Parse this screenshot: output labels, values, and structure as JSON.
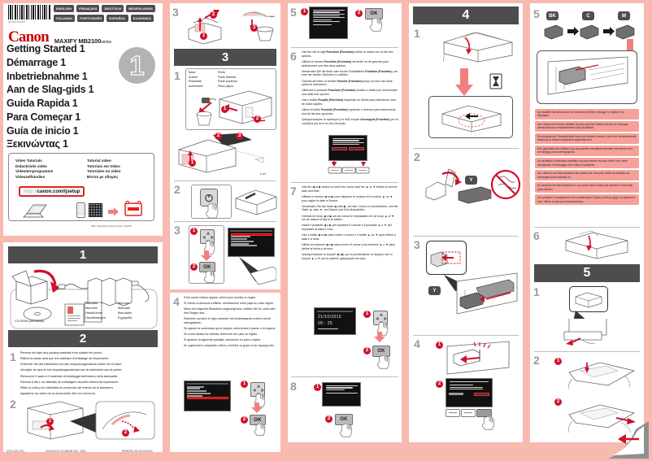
{
  "document": {
    "brand": "Canon",
    "model": "MAXIFY MB2100",
    "model_suffix": "series",
    "barcode_label": "QT61122V01",
    "rmc": "RMC (Regulatory Model Code): K10436"
  },
  "languages": {
    "row1": [
      "ENGLISH",
      "FRANÇAIS",
      "DEUTSCH",
      "NEDERLANDS"
    ],
    "row2": [
      "ITALIANO",
      "PORTUGUÊS",
      "ESPAÑOL",
      "ΕΛΛΗΝΙΚΆ"
    ]
  },
  "titles": [
    "Getting Started 1",
    "Démarrage 1",
    "Inbetriebnahme 1",
    "Aan de Slag-gids 1",
    "Guida Rapida 1",
    "Para Começar 1",
    "Guía de inicio 1",
    "Ξεκινώντας 1"
  ],
  "badge_number": "1",
  "video_box": {
    "col1": [
      "Video Tutorials",
      "Didacticiels vidéo",
      "Videolernprogramme",
      "Videozelfstudies"
    ],
    "col2": [
      "Tutorial video",
      "Tutoriais em Vídeo",
      "Tutoriales en video",
      "Βίντεο με οδηγίες"
    ],
    "url_prefix": "http://",
    "url_main": "canon.com/ijsetup"
  },
  "steps": {
    "step1": {
      "bar": "1",
      "cdrom_caption": "CD-ROM (Windows)",
      "manual_labels_left": [
        "Manuals",
        "Manuels",
        "Handbücher",
        "Handleidingen"
      ],
      "manual_labels_right": [
        "Manuali",
        "Manuais",
        "Manuales",
        "Εγχειρίδια"
      ]
    },
    "step2": {
      "bar": "2",
      "sub1": "1",
      "sub2": "2",
      "text": [
        "Remove the tape and packing materials from outside the printer.",
        "Retirez la bande ainsi que les matériaux d'emballage de l'imprimante.",
        "Entfernen Sie das Klebeband und das Verpackungsmaterial außen am Drucker.",
        "Verwijder de tape en het verpakkingsmateriaal van de buitenkant van de printer.",
        "Rimuovere il nastro e il materiale di imballaggio dall'esterno della stampante.",
        "Remova a fita e os materiais de embalagem da parte externa da impressora.",
        "Retire la cinta y los materiales de protección del exterior de la impresora.",
        "Αφαιρέστε την ταινία και τη συσκευασία από τον εκτυπωτή."
      ]
    },
    "step3": {
      "bar": "3",
      "sub1": "1",
      "sub2": "2",
      "sub3": "3",
      "sub4": "4",
      "back_labels_left": [
        "Back",
        "Arrière",
        "Rückseite",
        "Achterkant"
      ],
      "back_labels_right": [
        "Retro",
        "Parte traseira",
        "Parte posterior",
        "Πίσω μέρος"
      ],
      "distance": "5 cm",
      "step4_text": [
        "If the screen below appear, select your country or region.",
        "Si l'écran ci-dessous s'affiche, sélectionnez votre pays ou votre région.",
        "Wenn der folgende Bildschirm angezeigt wird, wählen Sie Ihr Land oder Ihre Region aus.",
        "Selecteer uw land of regio wanneer het onderstaande scherm wordt weergegeven.",
        "Se appare la schermata qui di seguito, selezionare il paese o la regione.",
        "Se a tela abaixo for exibida, selecione seu país ou região.",
        "Si aparece la siguiente pantalla, seleccione su país o región.",
        "Αν εμφανιστεί η παρακάτω οθόνη, επιλέξτε τη χώρα ή την περιοχή σας."
      ],
      "step6_text": [
        "Use the left or right <b>Function (Function)</b> button to select one of the two options.",
        "Utilisez le bouton <b>Fonction (Function)</b> de droite ou de gauche pour sélectionner une des deux options.",
        "Verwenden Sie die linke oder rechte Schaltfläche <b>Funktion (Function)</b>, um eine der beiden Optionen zu wählen.",
        "Gebruik de linker of rechter <b>Functie (Function)</b>-knop om een van twee opties te selecteren.",
        "Utilizzare il pulsante <b>Funzione (Function)</b> sinistro o destro per selezionare una delle due opzioni.",
        "Use o botão <b>Função (Function)</b> esquerdo ou direito para selecionar uma de duas opções.",
        "Utilice el botón <b>Función (Function)</b> izquierdo o derecho para seleccionar una de las dos opciones.",
        "Χρησιμοποιήστε το αριστερό ή το δεξί κουμπί <b>Λειτουργία (Function)</b> για να επιλέξετε μία από τις δύο επιλογές."
      ],
      "step7_text": [
        "Use the ◀ or ▶ button to move the cursor and the ▲ or ▼ button to set the date and time.",
        "Utilisez le bouton ◀ ou ▶ pour déplacer le curseur et le bouton ▲ ou ▼ pour régler la date et l'heure.",
        "Verwenden Sie die Taste ◀ oder ▶, um den Cursor zu verschieben, und die Taste ▲ oder ▼, um Datum und Zeit einzustellen.",
        "Gebruik de knop ◀ of ▶ om de cursor te verplaatsen en de knop ▲ of ▼ om de datum en tijd in te stellen.",
        "Usare il pulsante ◀ o ▶ per spostare il cursore e il pulsante ▲ o ▼ per impostare la data e l'ora.",
        "Use o botão ◀ ou ▶ para mover o cursor e o botão ▲ ou ▼ para definir a data e a hora.",
        "Utilice los botones ◀ o ▶ para mover el cursor y los botones ▲ o ▼ para definir la fecha y la hora.",
        "Χρησιμοποιήστε το κουμπί ◀ ή ▶ για να μετακινήσετε το δρομέα, και το κουμπί ▲ ή ▼ για να ορίσετε ημερομηνία και ώρα."
      ]
    },
    "step4": {
      "bar": "4",
      "sub1": "1",
      "sub2": "2",
      "sub3": "3",
      "sub4": "4",
      "ink_label": "Y"
    },
    "step5": {
      "bar": "5",
      "sub1": "1",
      "sub2": "2",
      "sub5": "5",
      "sub6": "6",
      "ink_order": [
        "BK",
        "C",
        "M"
      ],
      "notes": [
        "An installed ink tank cannot be removed until the message to replace it is displayed.",
        "Une cartouche d'encre installée ne peut pas être retirée tant que le message demandant son remplacement n'est pas affiché.",
        "Ein eingesetzter Tintenbehälter kann erst entfernt werden, wenn die entsprechende Meldung zu dessen Austausch angezeigt wird.",
        "Een geïnstalleerde inkttank kan pas worden verwijderd wanneer het bericht over vervanging wordt weergegeven.",
        "Un serbatoio d'inchiostro installato non può essere rimosso finché non viene visualizzato il messaggio che indica di sostituirlo.",
        "Um cartucho de tinta instalado não poderá ser removido antes da exibição da mensagem para substituí-lo.",
        "Un depósito de tinta instalado no se puede retirar hasta que aparece el mensaje para retirarlo.",
        "Δεν μπορείτε να αφαιρέσετε ένα τοποθετημένο δοχείο μελάνης μέχρι να εμφανιστεί στην οθόνη το μήνυμα αντικατάστασης."
      ]
    }
  },
  "screens": {
    "language_select_title": "Language selection",
    "country_select_title": "Country or region",
    "date_value": "21/10/2015",
    "time_value": "09 : 25"
  },
  "buttons": {
    "ok": "OK"
  },
  "footer": {
    "part_no": "QT6-1122-V01",
    "copyright": "XXXXXXXX ©CANON INC. 2015",
    "printed": "PRINTED IN XXXXXXXX"
  },
  "colors": {
    "brand_red": "#cc0000",
    "accent_pink": "#f8b9b0",
    "bar_grey": "#4d4d4d",
    "numeral_grey": "#9a9a9a",
    "marker_red": "#d0112b"
  }
}
